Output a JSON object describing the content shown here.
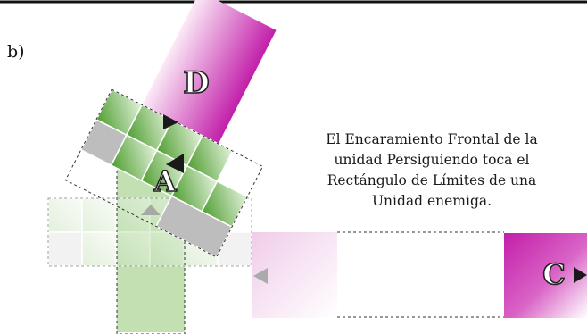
{
  "figure": {
    "panel_label": "b)",
    "caption_lines": [
      "El Encaramiento Frontal de la",
      "unidad Persiguiendo toca el",
      "Rectángulo de Límites de una",
      "Unidad enemiga."
    ]
  },
  "units": {
    "a": {
      "label": "A",
      "color": "#5aab3a"
    },
    "c": {
      "label": "C",
      "color": "#c21fa9"
    },
    "d": {
      "label": "D",
      "color": "#c21fa9"
    }
  },
  "colors": {
    "green": "#5aab3a",
    "magenta": "#c21fa9",
    "grey_base": "#bdbdbd",
    "faded_green": "#cfe6c4",
    "dashed_outline": "#333333"
  }
}
